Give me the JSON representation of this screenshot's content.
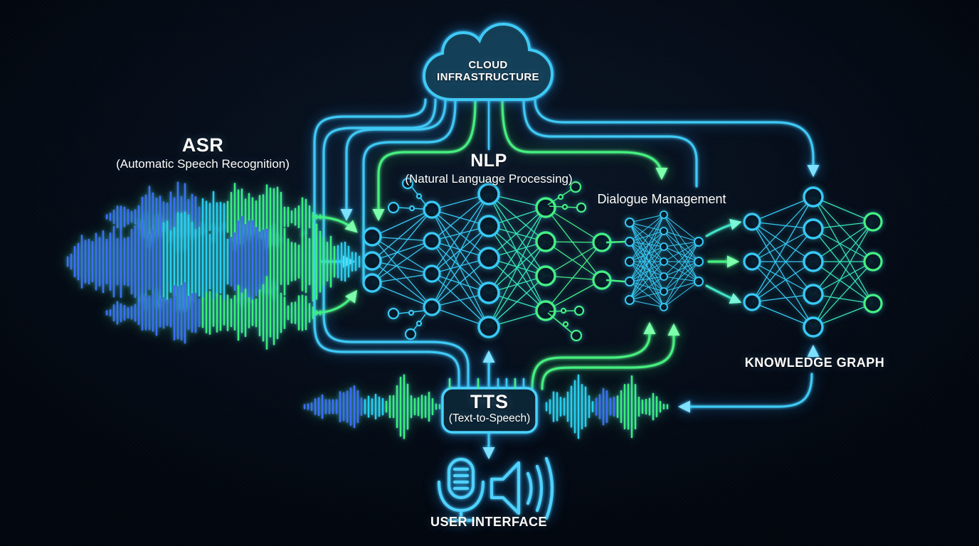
{
  "cloud": {
    "line1": "CLOUD",
    "line2": "INFRASTRUCTURE"
  },
  "asr": {
    "title": "ASR",
    "subtitle": "(Automatic Speech Recognition)"
  },
  "nlp": {
    "title": "NLP",
    "subtitle": "(Natural Language Processing)"
  },
  "dialogue_management": {
    "title": "Dialogue Management"
  },
  "knowledge_graph": {
    "title": "KNOWLEDGE GRAPH"
  },
  "tts": {
    "title": "TTS",
    "subtitle": "(Text-to-Speech)"
  },
  "user_interface": {
    "title": "USER INTERFACE"
  },
  "icons": {
    "cloud": "cloud-icon",
    "microphone": "microphone-icon",
    "speaker": "speaker-icon"
  },
  "colors": {
    "neon_blue": "#3fc9f5",
    "neon_green": "#45f07e",
    "neon_cyan": "#25d0f0",
    "wave_blue": "#3e6ef9",
    "text": "#ffffff",
    "background": "#04090f"
  }
}
